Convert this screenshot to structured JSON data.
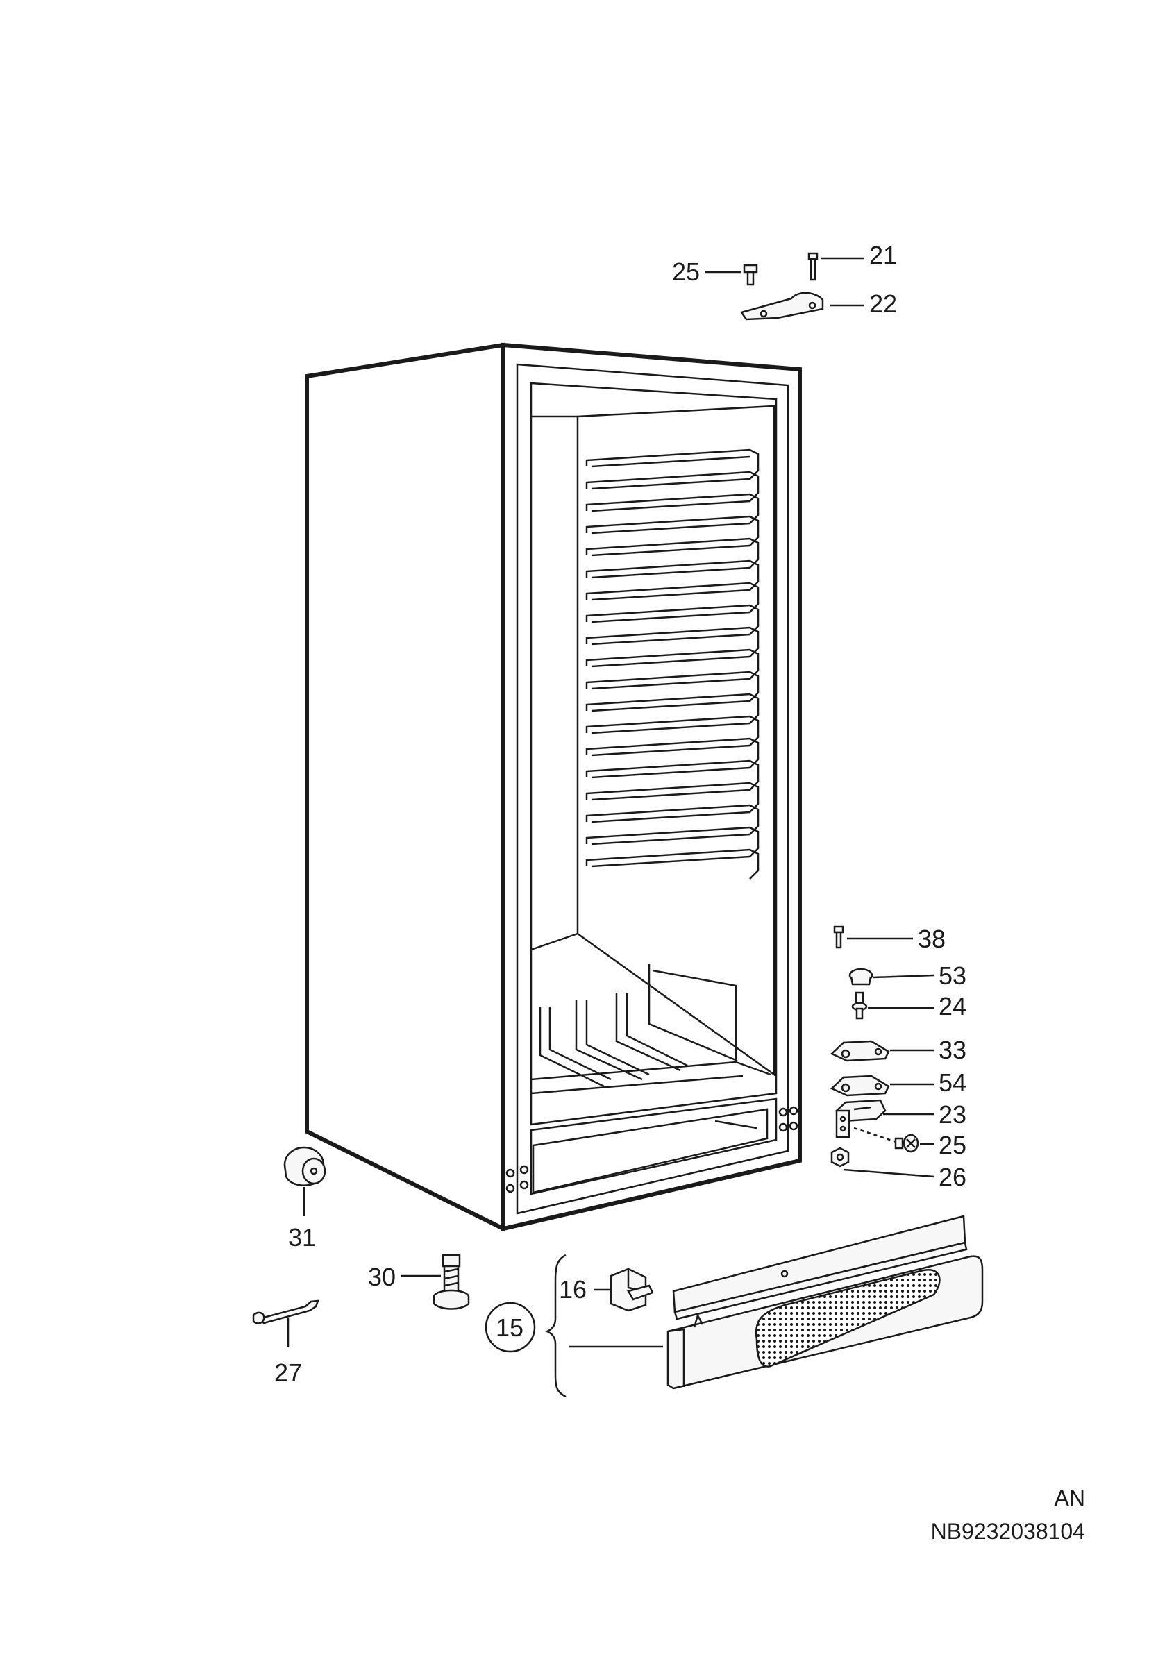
{
  "callouts": {
    "c21": "21",
    "c22": "22",
    "c25_top": "25",
    "c38": "38",
    "c53": "53",
    "c24": "24",
    "c33": "33",
    "c54": "54",
    "c23": "23",
    "c25_side": "25",
    "c26": "26",
    "c31": "31",
    "c30": "30",
    "c27": "27",
    "c16": "16",
    "c15": "15"
  },
  "footer": {
    "variant": "AN",
    "code": "NB9232038104"
  }
}
